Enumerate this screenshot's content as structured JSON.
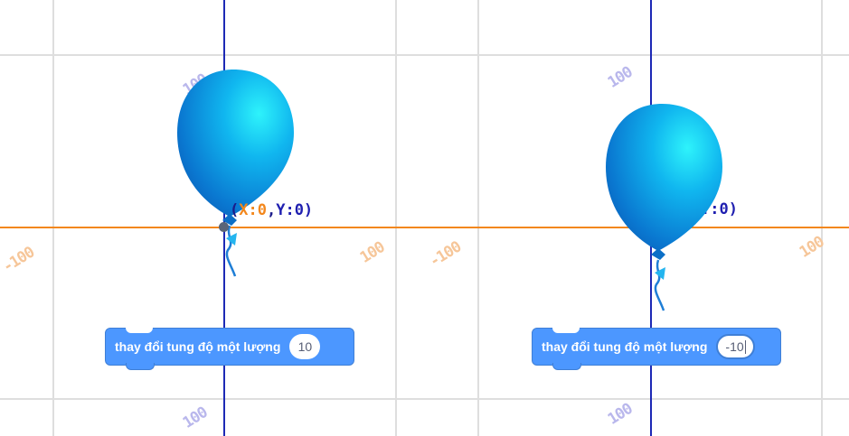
{
  "colors": {
    "x_axis": "#f3871c",
    "y_axis": "#1d29b5",
    "grid": "#dedede",
    "block": "#4c97ff",
    "balloon_highlight": "#2ef3fb",
    "balloon_body": "#0b7fd6"
  },
  "panels": [
    {
      "ticks": {
        "top": "100",
        "left": "-100",
        "right": "100",
        "bottom": "100"
      },
      "coord": {
        "open": "(",
        "x": "X:0",
        "sep": ",",
        "y": "Y:0)"
      },
      "block": {
        "label": "thay đổi tung độ một lượng",
        "value": "10"
      }
    },
    {
      "ticks": {
        "top": "100",
        "left": "-100",
        "right": "100",
        "bottom": "100"
      },
      "coord": {
        "y": "Y:0)"
      },
      "block": {
        "label": "thay đổi tung độ một lượng",
        "value": "-10"
      }
    }
  ]
}
